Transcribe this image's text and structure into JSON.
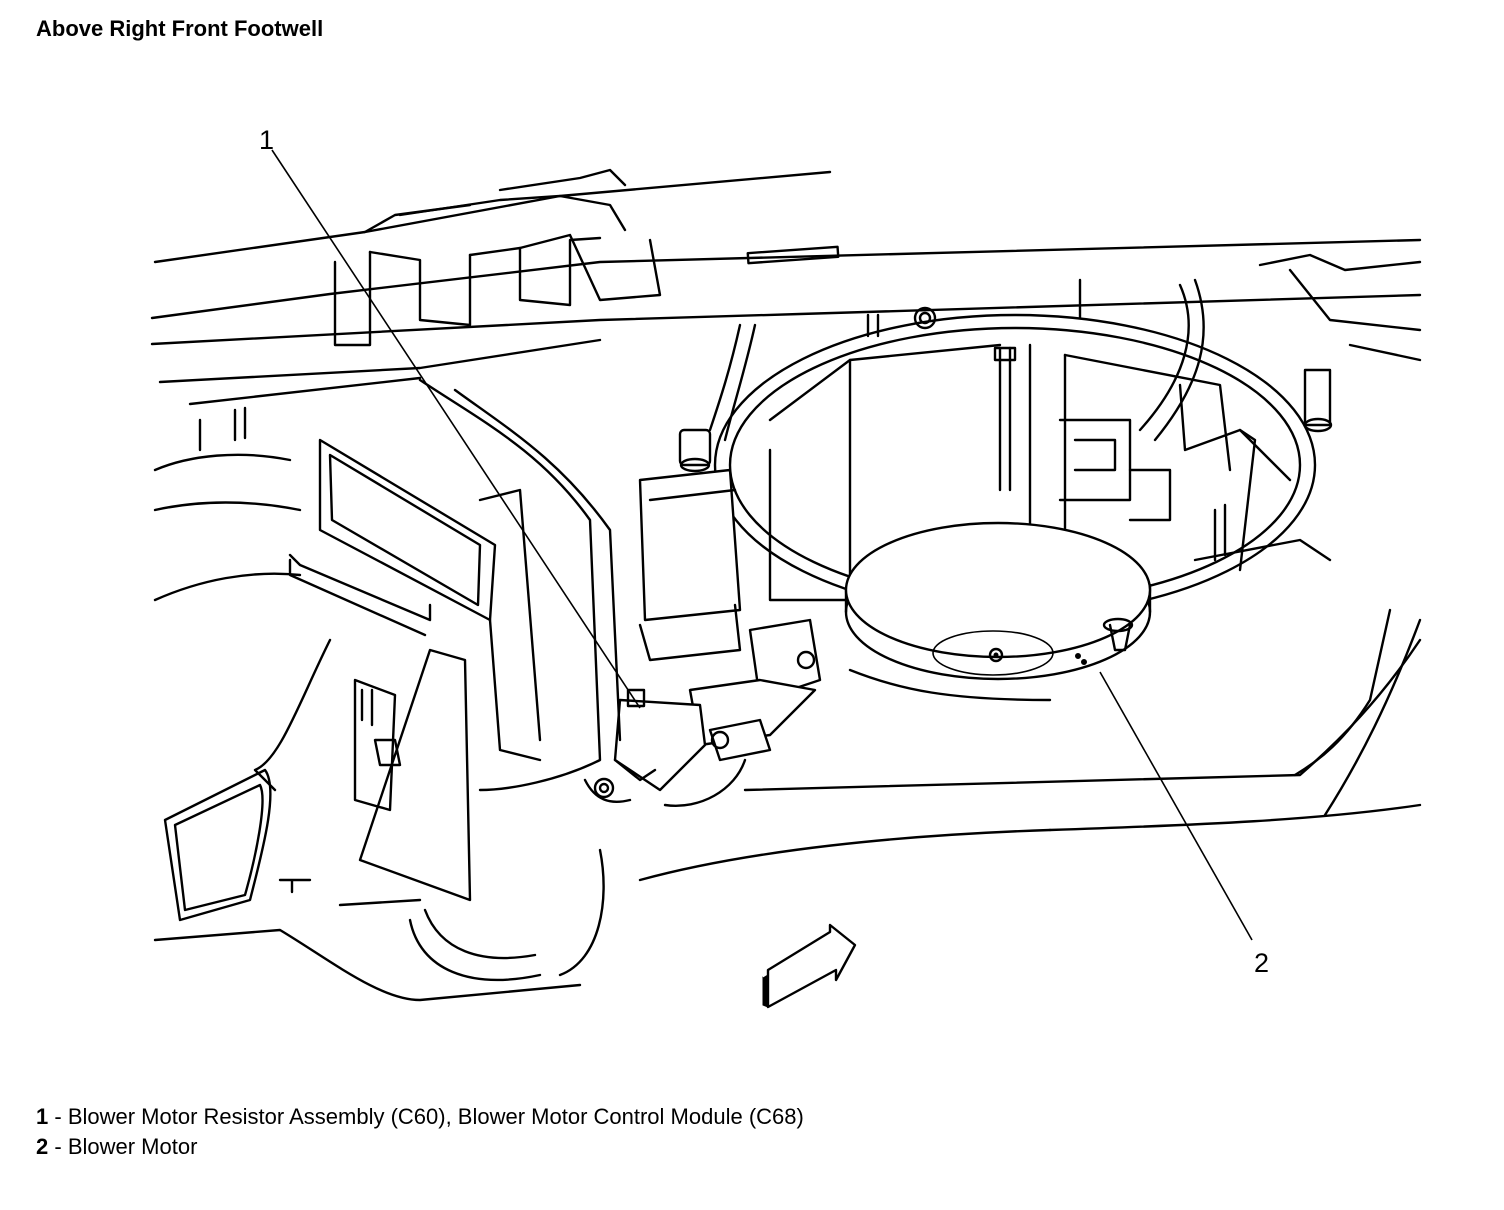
{
  "title": "Above Right Front Footwell",
  "callouts": [
    {
      "id": "1",
      "label": "1"
    },
    {
      "id": "2",
      "label": "2"
    }
  ],
  "legend": [
    {
      "num": "1",
      "sep": " - ",
      "text": "Blower Motor Resistor Assembly (C60), Blower Motor Control Module (C68)"
    },
    {
      "num": "2",
      "sep": " - ",
      "text": "Blower Motor"
    }
  ]
}
